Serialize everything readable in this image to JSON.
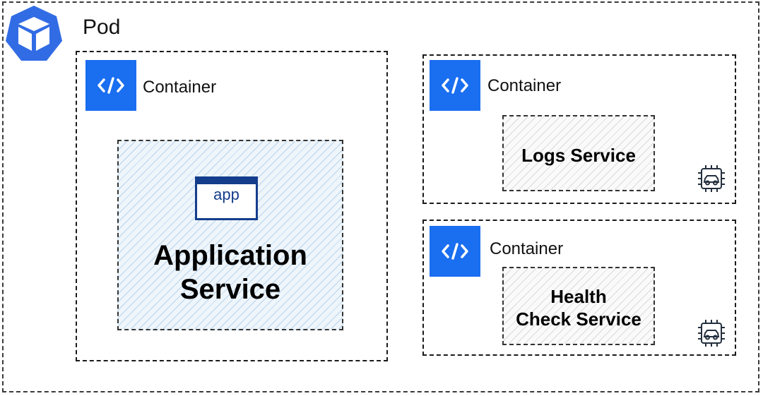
{
  "pod": {
    "title": "Pod",
    "icon": "kubernetes-pod-cube-icon",
    "icon_color": "#326ce5"
  },
  "containers": [
    {
      "label": "Container",
      "icon": "code-icon",
      "service": {
        "badge": "app",
        "line1": "Application",
        "line2": "Service"
      }
    },
    {
      "label": "Container",
      "icon": "code-icon",
      "service": {
        "line1": "Logs Service"
      },
      "chip_icon": "vehicle-chip-icon"
    },
    {
      "label": "Container",
      "icon": "code-icon",
      "service": {
        "line1": "Health",
        "line2": "Check Service"
      },
      "chip_icon": "vehicle-chip-icon"
    }
  ],
  "colors": {
    "code_icon_bg": "#1a6ef0",
    "app_window": "#143d8c",
    "app_hatch": "#78aad7"
  }
}
